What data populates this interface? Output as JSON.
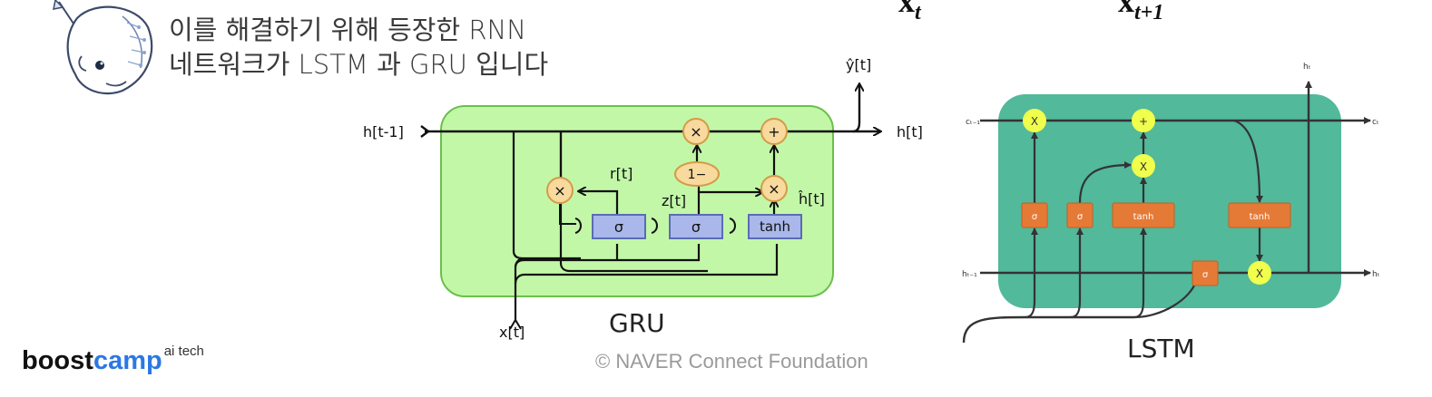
{
  "slide": {
    "caption_line1": "이를 해결하기 위해 등장한 RNN",
    "caption_line2": "네트워크가 LSTM 과 GRU 입니다",
    "top_left_symbol": "x",
    "top_left_sub": "t",
    "top_right_symbol": "x",
    "top_right_sub": "t+1"
  },
  "gru": {
    "title": "GRU",
    "h_prev": "h[t-1]",
    "h_out": "h[t]",
    "y_out": "ŷ[t]",
    "x_in": "x[t]",
    "r_label": "r[t]",
    "z_label": "z[t]",
    "hhat_label": "ĥ[t]",
    "sigma1": "σ",
    "sigma2": "σ",
    "tanh": "tanh",
    "mul": "×",
    "plus": "+",
    "one_minus": "1−"
  },
  "lstm": {
    "title": "LSTM",
    "c_prev": "cₜ₋₁",
    "c_out": "cₜ",
    "h_prev": "hₜ₋₁",
    "h_out": "hₜ",
    "h_top": "hₜ",
    "sigma": "σ",
    "tanh": "tanh",
    "x": "X",
    "plus": "+"
  },
  "branding": {
    "boost": "boost",
    "camp": "camp",
    "suffix": "ai tech",
    "copyright": "© NAVER Connect Foundation"
  },
  "colors": {
    "gru_bg": "#c2f7a8",
    "gru_border": "#6cbf4a",
    "gate_fill": "#f8d99e",
    "gate_stroke": "#d49b45",
    "box_fill": "#a9b7ea",
    "box_stroke": "#5a6cb4",
    "lstm_bg": "#52b99a",
    "lstm_gate": "#f0ff4c",
    "lstm_box": "#e57a37"
  }
}
